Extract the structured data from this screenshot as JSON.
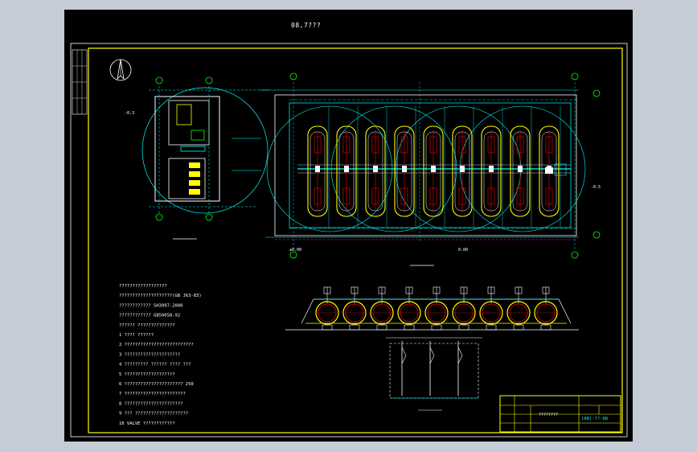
{
  "drawing": {
    "sheet_title": "08,7???",
    "notes": [
      "??????????????????",
      "????????????????????(GB J63-83)",
      "????????????      SH3097-2000",
      "????????????      GB50058-92",
      "??????   ??????????????",
      "1 ???? ??????",
      "2 ??????????????????????????",
      "3 ?????????????????????",
      "4 ????????? ?????? ????      ???",
      "5 ???????????????????",
      "6 ??????????????????????         250",
      "7 ???????????????????????",
      "8 ??????????????????????",
      "9 ??? ????????????????????",
      "10 VALVE ????????????"
    ],
    "title_block": {
      "drawing_no": "(08)-??-08",
      "project_name": "????????"
    },
    "elevation_labels": [
      "-0.3",
      "±0.00",
      "-0.5",
      "0.00"
    ],
    "colors": {
      "background": "#000000",
      "frame": "#ffff00",
      "grid_lines": "#00ffff",
      "axis_bubbles": "#00ff00",
      "tanks": "#ffff00",
      "piping": "#ff0000",
      "text": "#ffffff",
      "boundary_lines": "#ff00ff"
    },
    "icons": [
      "north-arrow-icon"
    ]
  }
}
